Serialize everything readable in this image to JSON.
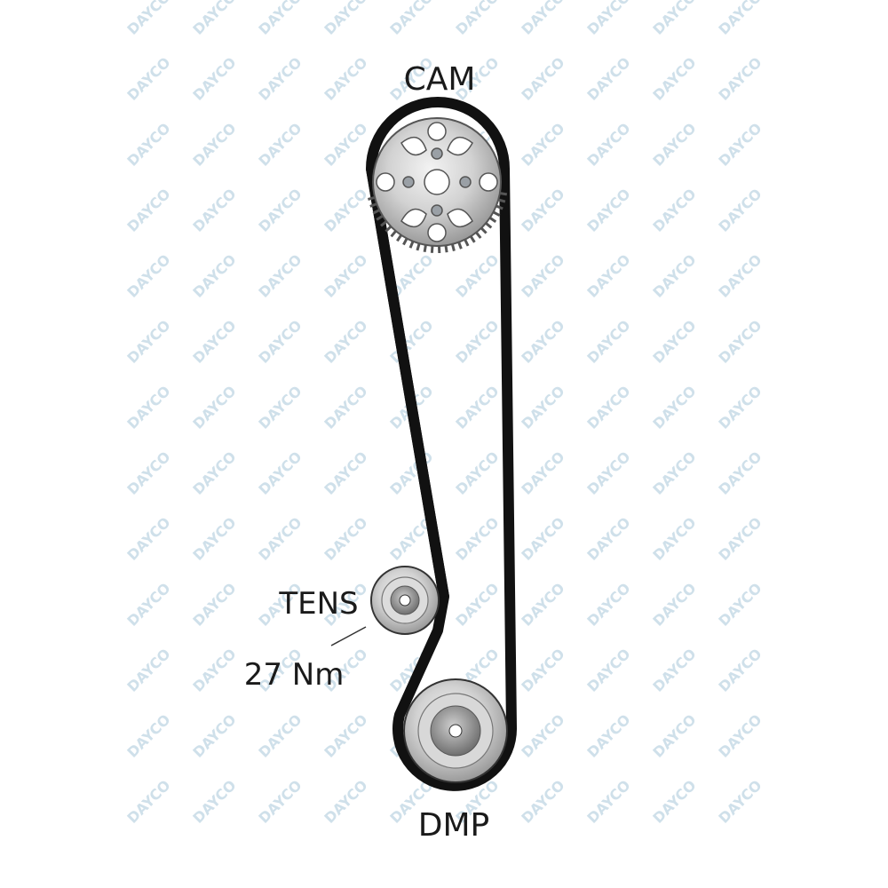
{
  "watermark": {
    "text": "DAYCO",
    "color": "#cfe0ea"
  },
  "labels": {
    "cam": "CAM",
    "tens": "TENS",
    "torque": "27 Nm",
    "dmp": "DMP"
  },
  "colors": {
    "belt": "#111111",
    "pulley_light": "#e6e6e6",
    "pulley_mid": "#b3b3b3",
    "pulley_dark": "#6e6e6e"
  }
}
